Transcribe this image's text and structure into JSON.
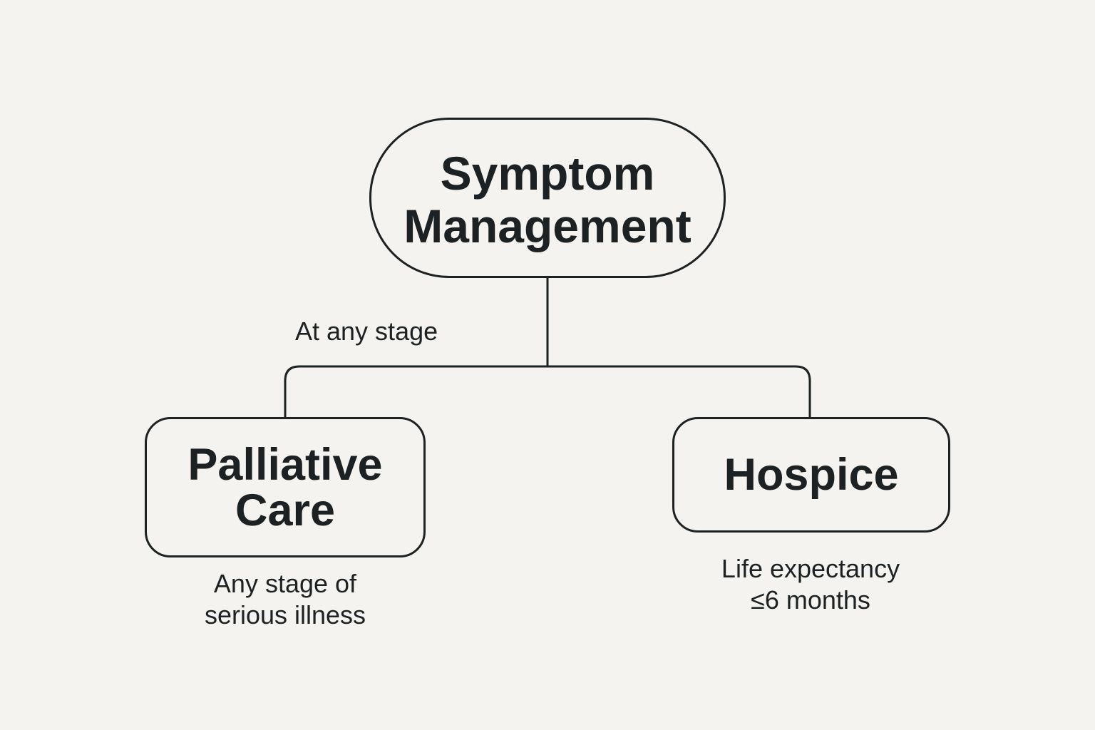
{
  "diagram": {
    "root": {
      "line1": "Symptom",
      "line2": "Management"
    },
    "edge_label": "At any stage",
    "children": [
      {
        "title_line1": "Palliative",
        "title_line2": "Care",
        "caption_line1": "Any stage of",
        "caption_line2": "serious illness"
      },
      {
        "title_line1": "Hospice",
        "caption_line1": "Life expectancy",
        "caption_line2": "≤6 months"
      }
    ]
  },
  "colors": {
    "background": "#f5f3ef",
    "stroke": "#1c2224",
    "text": "#1c2224"
  }
}
